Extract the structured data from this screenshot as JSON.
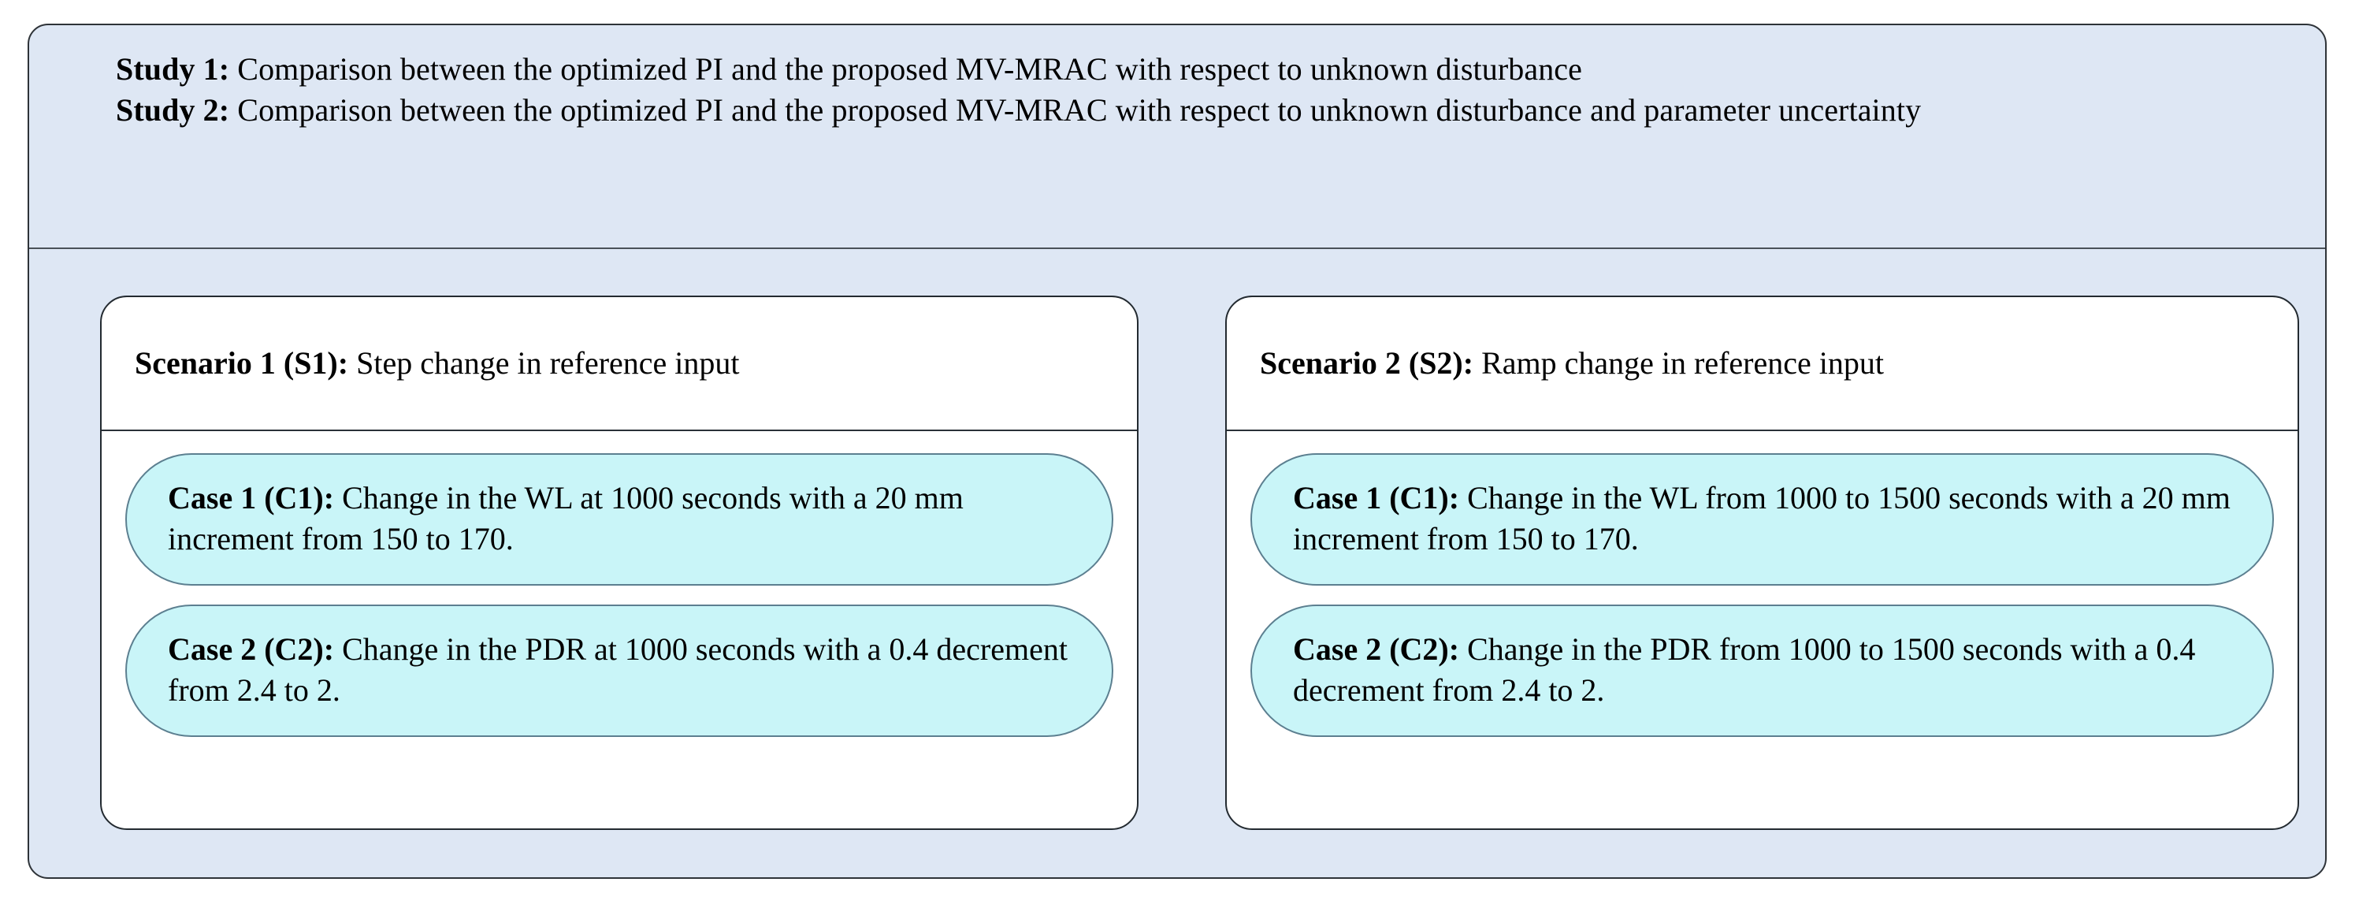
{
  "colors": {
    "outer_background": "#dee7f4",
    "outer_border": "#2e3338",
    "scenario_background": "#ffffff",
    "scenario_border": "#232a30",
    "case_background": "#c9f5f8",
    "case_border": "#5c7f90",
    "text": "#000000"
  },
  "header": {
    "studies": [
      {
        "label": "Study 1:",
        "text": " Comparison between the optimized PI and the proposed MV-MRAC with respect to unknown disturbance"
      },
      {
        "label": "Study 2:",
        "text": " Comparison between the optimized PI and the proposed MV-MRAC with respect to unknown disturbance and parameter uncertainty"
      }
    ]
  },
  "scenarios": [
    {
      "title_label": "Scenario 1 (S1):",
      "title_text": " Step change in reference input",
      "cases": [
        {
          "label": "Case 1 (C1):",
          "text": " Change in the WL at 1000 seconds with a 20 mm increment from 150 to 170."
        },
        {
          "label": "Case 2 (C2):",
          "text": " Change in the PDR at 1000 seconds with a 0.4 decrement from 2.4 to 2."
        }
      ]
    },
    {
      "title_label": "Scenario 2 (S2):",
      "title_text": " Ramp change in reference input",
      "cases": [
        {
          "label": "Case 1 (C1):",
          "text": " Change in the WL from 1000 to 1500 seconds with a 20 mm increment from 150 to 170."
        },
        {
          "label": "Case 2 (C2):",
          "text": " Change in the PDR from 1000 to 1500 seconds with a 0.4 decrement from 2.4 to 2."
        }
      ]
    }
  ]
}
